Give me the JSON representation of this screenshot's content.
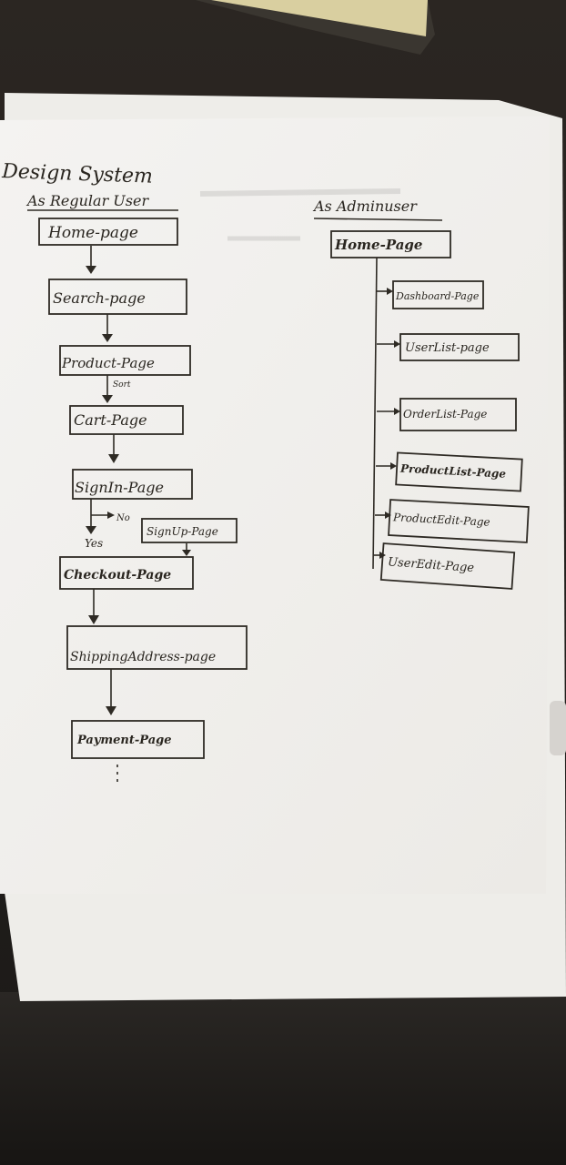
{
  "title": "Design System",
  "regular": {
    "heading": "As Regular User",
    "home": "Home-page",
    "search": "Search-page",
    "product": "Product-Page",
    "sort_note": "Sort",
    "cart": "Cart-Page",
    "signin": "SignIn-Page",
    "no_label": "No",
    "yes_label": "Yes",
    "signup": "SignUp-Page",
    "checkout": "Checkout-Page",
    "shipping": "ShippingAddress-page",
    "payment": "Payment-Page"
  },
  "admin": {
    "heading": "As Adminuser",
    "home": "Home-Page",
    "dashboard": "Dashboard-Page",
    "userlist": "UserList-page",
    "orderlist": "OrderList-Page",
    "productlist": "ProductList-Page",
    "productedit": "ProductEdit-Page",
    "useredit": "UserEdit-Page"
  },
  "colors": {
    "paper": "#f3f2ef",
    "ink": "#2e2a24",
    "desk": "#1d1b19"
  }
}
